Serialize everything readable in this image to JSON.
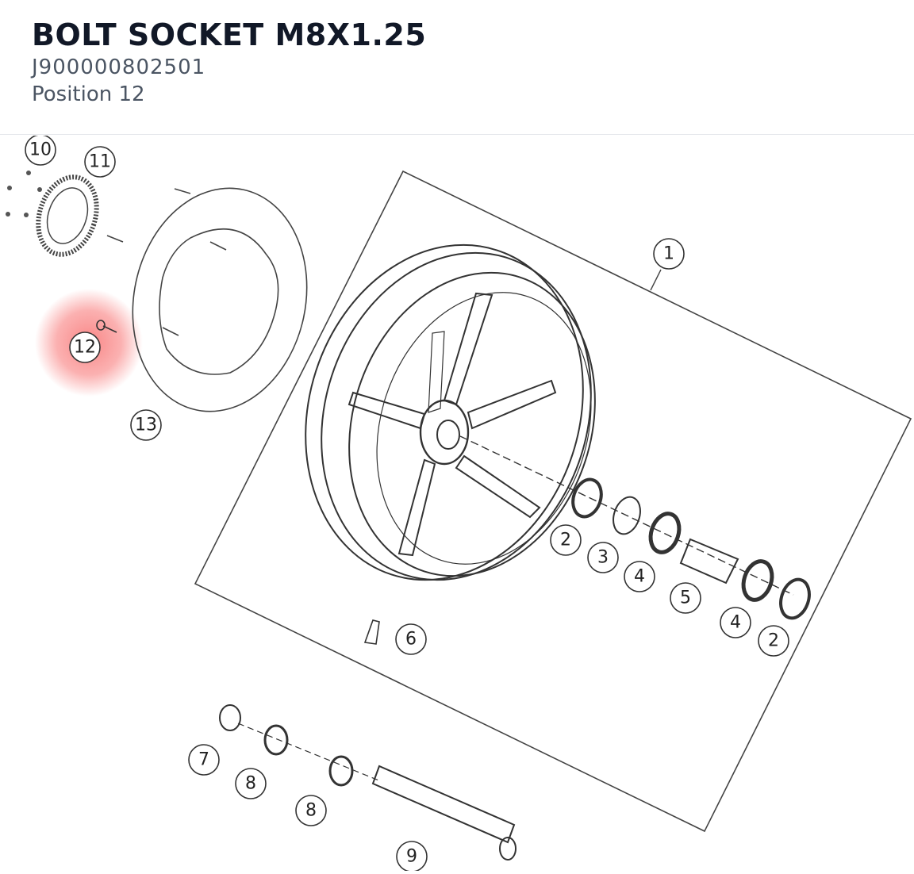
{
  "part": {
    "title": "BOLT SOCKET M8X1.25",
    "number": "J900000802501",
    "position_label": "Position 12"
  },
  "diagram": {
    "highlight_color": "#f87171",
    "callouts": [
      "1",
      "2",
      "3",
      "4",
      "5",
      "4",
      "2",
      "6",
      "7",
      "8",
      "8",
      "9",
      "10",
      "11",
      "12",
      "13"
    ]
  }
}
